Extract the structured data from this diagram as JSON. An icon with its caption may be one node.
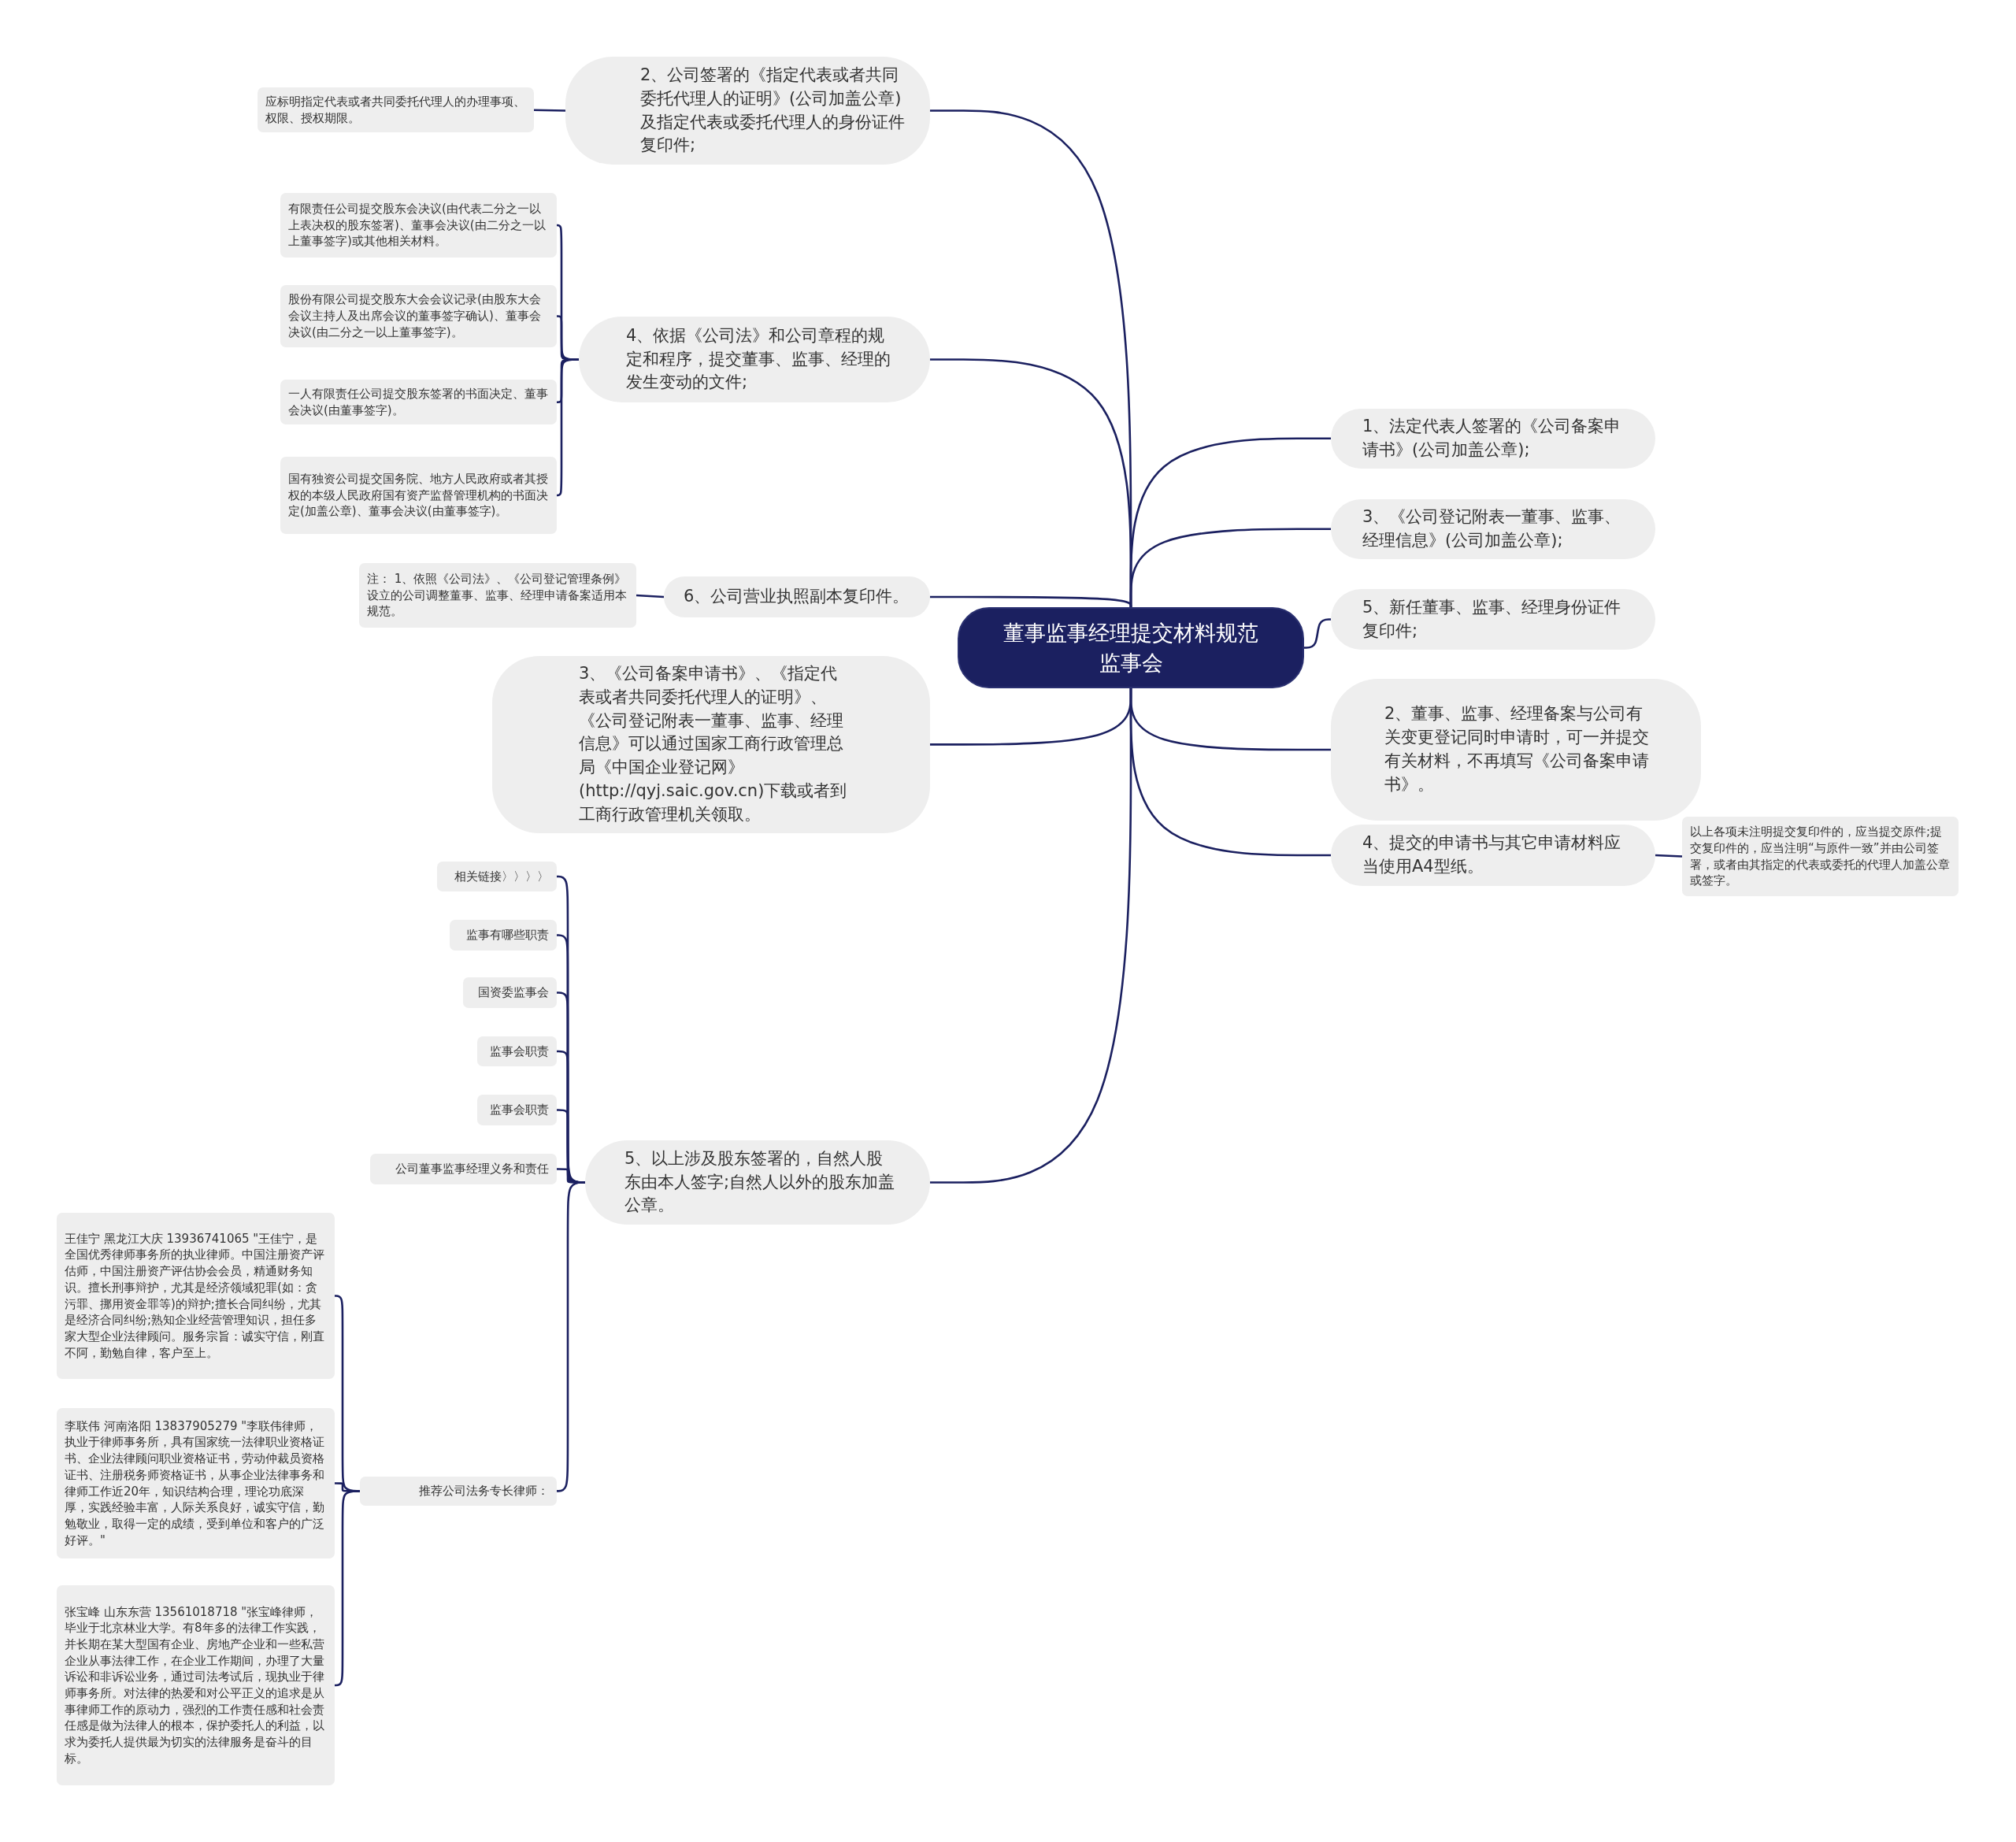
{
  "diagram": {
    "nodes": [
      {
        "text": [
          "董事监事经理提交材料规范监事会"
        ]
      },
      {
        "text": [
          "2、公司签署的《指定代表或者共同委托代理人的证明》(公司加盖公章)及指定代表或委托代理人的身份证件复印件;"
        ]
      },
      {
        "text": [
          "应标明指定代表或者共同委托代理人的办理事项、权限、授权期限。"
        ]
      },
      {
        "text": [
          "4、依据《公司法》和公司章程的规定和程序，提交董事、监事、经理的发生变动的文件;"
        ]
      },
      {
        "text": [
          "有限责任公司提交股东会决议(由代表二分之一以上表决权的股东签署)、董事会决议(由二分之一以上董事签字)或其他相关材料。"
        ]
      },
      {
        "text": [
          "股份有限公司提交股东大会会议记录(由股东大会会议主持人及出席会议的董事签字确认)、董事会决议(由二分之一以上董事签字)。"
        ]
      },
      {
        "text": [
          "一人有限责任公司提交股东签署的书面决定、董事会决议(由董事签字)。"
        ]
      },
      {
        "text": [
          "国有独资公司提交国务院、地方人民政府或者其授权的本级人民政府国有资产监督管理机构的书面决定(加盖公章)、董事会决议(由董事签字)。"
        ]
      },
      {
        "text": [
          "6、公司营业执照副本复印件。"
        ]
      },
      {
        "text": [
          "注： 1、依照《公司法》、《公司登记管理条例》设立的公司调整董事、监事、经理申请备案适用本规范。"
        ]
      },
      {
        "text": [
          "3、《公司备案申请书》、《指定代表或者共同委托代理人的证明》、《公司登记附表一董事、监事、经理信息》可以通过国家工商行政管理总局《中国企业登记网》(http://qyj.saic.gov.cn)下载或者到工商行政管理机关领取。"
        ]
      },
      {
        "text": [
          "5、以上涉及股东签署的，自然人股东由本人签字;自然人以外的股东加盖公章。"
        ]
      },
      {
        "text": [
          "相关链接〉〉〉〉"
        ]
      },
      {
        "text": [
          "监事有哪些职责"
        ]
      },
      {
        "text": [
          "国资委监事会"
        ]
      },
      {
        "text": [
          "监事会职责"
        ]
      },
      {
        "text": [
          "监事会职责"
        ]
      },
      {
        "text": [
          "公司董事监事经理义务和责任"
        ]
      },
      {
        "text": [
          "推荐公司法务专长律师："
        ]
      },
      {
        "text": [
          "王佳宁 黑龙江大庆 13936741065 \"王佳宁，是全国优秀律师事务所的执业律师。中国注册资产评估师，中国注册资产评估协会会员，精通财务知识。擅长刑事辩护，尤其是经济领域犯罪(如：贪污罪、挪用资金罪等)的辩护;擅长合同纠纷，尤其是经济合同纠纷;熟知企业经营管理知识，担任多家大型企业法律顾问。服务宗旨：诚实守信，刚直不阿，勤勉自律，客户至上。"
        ]
      },
      {
        "text": [
          "李联伟 河南洛阳 13837905279 \"李联伟律师，执业于律师事务所，具有国家统一法律职业资格证书、企业法律顾问职业资格证书，劳动仲裁员资格证书、注册税务师资格证书，从事企业法律事务和律师工作近20年，知识结构合理，理论功底深厚，实践经验丰富，人际关系良好，诚实守信，勤勉敬业，取得一定的成绩，受到单位和客户的广泛好评。\""
        ]
      },
      {
        "text": [
          "张宝峰 山东东营 13561018718 \"张宝峰律师，毕业于北京林业大学。有8年多的法律工作实践，并长期在某大型国有企业、房地产企业和一些私营企业从事法律工作，在企业工作期间，办理了大量诉讼和非诉讼业务，通过司法考试后，现执业于律师事务所。对法律的热爱和对公平正义的追求是从事律师工作的原动力，强烈的工作责任感和社会责任感是做为法律人的根本，保护委托人的利益，以求为委托人提供最为切实的法律服务是奋斗的目标。"
        ]
      },
      {
        "text": [
          "1、法定代表人签署的《公司备案申请书》(公司加盖公章);"
        ]
      },
      {
        "text": [
          "3、《公司登记附表一董事、监事、经理信息》(公司加盖公章);"
        ]
      },
      {
        "text": [
          "5、新任董事、监事、经理身份证件复印件;"
        ]
      },
      {
        "text": [
          "2、董事、监事、经理备案与公司有关变更登记同时申请时，可一并提交有关材料，不再填写《公司备案申请书》。"
        ]
      },
      {
        "text": [
          "4、提交的申请书与其它申请材料应当使用A4型纸。"
        ]
      },
      {
        "text": [
          "以上各项未注明提交复印件的，应当提交原件;提交复印件的，应当注明“与原件一致”并由公司签署，或者由其指定的代表或委托的代理人加盖公章或签字。"
        ]
      }
    ],
    "edges": [
      {
        "from": 0,
        "to": 1,
        "arrow": "none"
      },
      {
        "from": 0,
        "to": 3,
        "arrow": "none"
      },
      {
        "from": 0,
        "to": 8,
        "arrow": "none"
      },
      {
        "from": 0,
        "to": 10,
        "arrow": "none"
      },
      {
        "from": 0,
        "to": 11,
        "arrow": "none"
      },
      {
        "from": 0,
        "to": 22,
        "arrow": "none"
      },
      {
        "from": 0,
        "to": 23,
        "arrow": "none"
      },
      {
        "from": 0,
        "to": 24,
        "arrow": "none"
      },
      {
        "from": 0,
        "to": 25,
        "arrow": "none"
      },
      {
        "from": 0,
        "to": 26,
        "arrow": "none"
      },
      {
        "from": 1,
        "to": 2,
        "arrow": "none"
      },
      {
        "from": 3,
        "to": 4,
        "arrow": "none"
      },
      {
        "from": 3,
        "to": 5,
        "arrow": "none"
      },
      {
        "from": 3,
        "to": 6,
        "arrow": "none"
      },
      {
        "from": 3,
        "to": 7,
        "arrow": "none"
      },
      {
        "from": 8,
        "to": 9,
        "arrow": "none"
      },
      {
        "from": 11,
        "to": 12,
        "arrow": "none"
      },
      {
        "from": 11,
        "to": 13,
        "arrow": "none"
      },
      {
        "from": 11,
        "to": 14,
        "arrow": "none"
      },
      {
        "from": 11,
        "to": 15,
        "arrow": "none"
      },
      {
        "from": 11,
        "to": 16,
        "arrow": "none"
      },
      {
        "from": 11,
        "to": 17,
        "arrow": "none"
      },
      {
        "from": 11,
        "to": 18,
        "arrow": "none"
      },
      {
        "from": 18,
        "to": 19,
        "arrow": "none"
      },
      {
        "from": 18,
        "to": 20,
        "arrow": "none"
      },
      {
        "from": 18,
        "to": 21,
        "arrow": "none"
      },
      {
        "from": 26,
        "to": 27,
        "arrow": "none"
      }
    ]
  }
}
